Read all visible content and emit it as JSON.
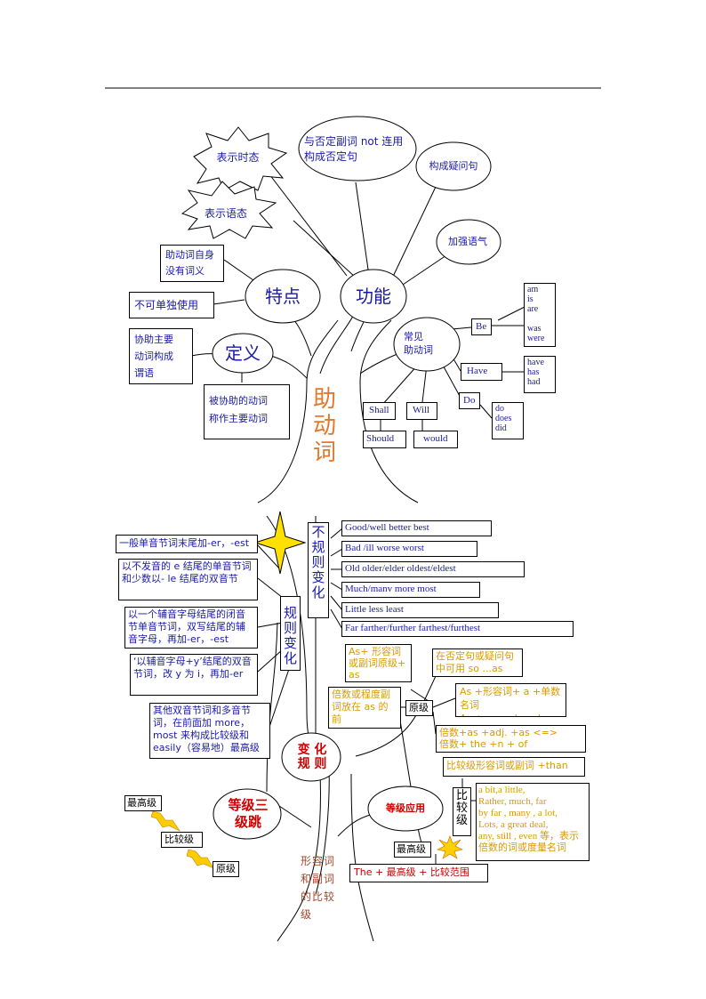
{
  "center_title": "助动词",
  "bubbles": {
    "tense": "表示时态",
    "negation": "与否定副词 not 连用构成否定句",
    "question": "构成疑问句",
    "voice": "表示语态",
    "emphasis": "加强语气",
    "features": "特点",
    "functions": "功能",
    "definition": "定义",
    "common": "常见\n助动词"
  },
  "boxes": {
    "no_meaning": "助动词自身\n没有词义",
    "not_alone": "不可单独使用",
    "help_main": "协助主要\n动词构成\n谓语",
    "helped": "被协助的动词\n称作主要动词"
  },
  "common_verbs": {
    "be": "Be",
    "be_forms": "am\nis\nare\n\nwas\nwere",
    "have": "Have",
    "have_forms": "have\nhas\nhad",
    "do": "Do",
    "do_forms": "do\ndoes\ndid",
    "shall": "Shall",
    "should": "Should",
    "will": "Will",
    "would": "would"
  },
  "irregular": {
    "label": "不规则变化",
    "rows": [
      "Good/well      better        best",
      "Bad /ill          worse      worst",
      "Old      older/elder           oldest/eldest",
      "Much/manv      more       most",
      "Little              less                least",
      "Far      farther/further                 farthest/furthest"
    ]
  },
  "regular": {
    "label": "规则变化",
    "rules": [
      "一般单音节词末尾加-er，-est",
      "以不发音的 e 结尾的单音节词和少数以- le 结尾的双音节",
      "以一个辅音字母结尾的闭音节单音节词，双写结尾的辅音字母，再加-er，-est",
      "‘以辅音字母+y’结尾的双音节词，改 y 为 i，再加-er",
      "其他双音节词和多音节词，在前面加 more，most 来构成比较级和 easily（容易地）最高级"
    ]
  },
  "change_rule": "变  化\n规  则",
  "three_levels": "等级三\n级跳",
  "grade_apply": "等级应用",
  "degrees": {
    "superlative": "最高级",
    "comparative": "比较级",
    "positive": "原级"
  },
  "positive_usage": {
    "label": "原级",
    "as_adj": "As+ 形容词或副词原级+ as",
    "neg_question": "在否定句或疑问句中可用 so ...as",
    "degree_adv": "倍数或程度副词放在 as 的前",
    "as_noun": "As +形容词+ a +单数名词\nAs + many/much +名词",
    "times": "倍数+as +adj. +as <=>\n倍数+ the +n + of"
  },
  "comparative_usage": {
    "label": "比较级",
    "than": "比较级形容词或副词  +than",
    "modifiers": "a bit,a little,\nRather, much, far\nby far , many , a lot,\nLots, a great deal,\nany, still , even 等，表示倍数的词或度量名词"
  },
  "superlative_usage": {
    "label": "最高级",
    "pattern": "The +  最高级  +    比较范围"
  },
  "trunk_caption": "形容词\n和副词\n的比较\n级"
}
